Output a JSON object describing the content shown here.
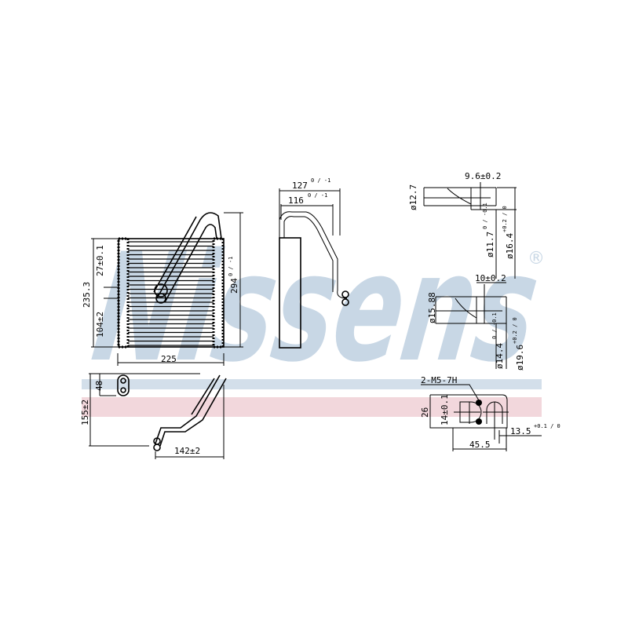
{
  "watermark": {
    "brand": "Nissens",
    "registered": "®",
    "color": "#c8d7e5"
  },
  "bands": {
    "blue": "#d3dfea",
    "pink": "#f2d7dc"
  },
  "front_view": {
    "height_total": "235.3",
    "upper_offset": "27±0.1",
    "lower_offset": "104±2",
    "height_with_pipes": "294",
    "height_with_pipes_tol": "0 / -1",
    "width": "225"
  },
  "side_view": {
    "outer_width": "127",
    "outer_tol": "0 / -1",
    "inner_width": "116",
    "inner_tol": "0 / -1"
  },
  "fitting_top": {
    "length": "9.6±0.2",
    "pipe_dia": "ø12.7",
    "inner_dia": "ø11.7",
    "inner_tol": "0 / -0.1",
    "outer_dia": "ø16.4",
    "outer_tol": "+0.2 / 0"
  },
  "fitting_bottom": {
    "length": "10±0.2",
    "pipe_dia": "ø15.88",
    "inner_dia": "ø14.4",
    "inner_tol": "0 / -0.1",
    "outer_dia": "ø19.6",
    "outer_tol": "+0.2 / 0"
  },
  "top_view": {
    "depth": "48",
    "height": "155±2",
    "pipe_reach": "142±2"
  },
  "flange": {
    "thread": "2-M5-7H",
    "height": "26",
    "hole_spacing": "14±0.1",
    "width": "45.5",
    "offset": "13.5",
    "offset_tol": "+0.1 / 0"
  }
}
